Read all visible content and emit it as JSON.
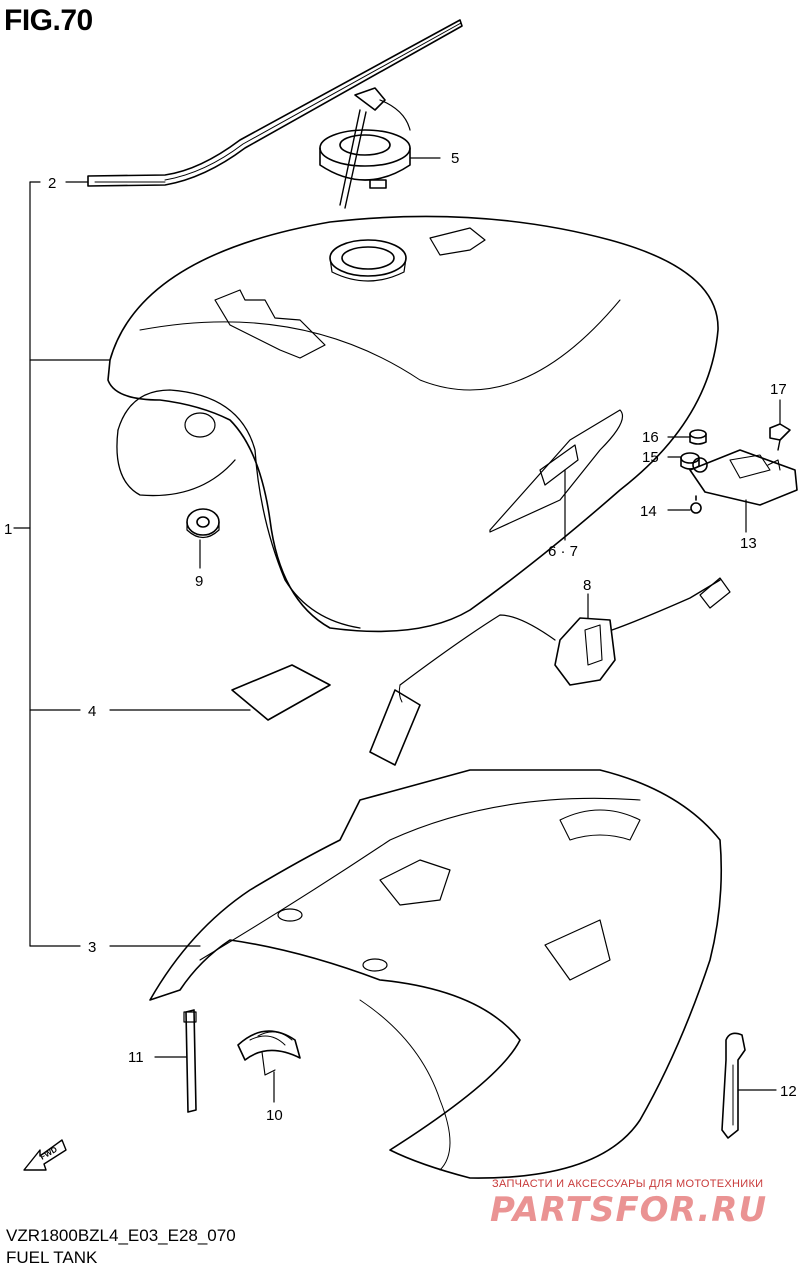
{
  "figure": {
    "title": "FIG.70",
    "code": "VZR1800BZL4_E03_E28_070",
    "name": "FUEL TANK"
  },
  "callouts": {
    "c1": "1",
    "c2": "2",
    "c3": "3",
    "c4": "4",
    "c5": "5",
    "c67": "6 · 7",
    "c8": "8",
    "c9": "9",
    "c10": "10",
    "c11": "11",
    "c12": "12",
    "c13": "13",
    "c14": "14",
    "c15": "15",
    "c16": "16",
    "c17": "17"
  },
  "fwd_label": "FWD",
  "watermark": {
    "tagline": "ЗАПЧАСТИ И АКСЕССУАРЫ ДЛЯ МОТОТЕХНИКИ",
    "logo_text": "PARTSFOR.RU",
    "color": "#e37070"
  },
  "icons": [
    "fwd-arrow-icon"
  ]
}
